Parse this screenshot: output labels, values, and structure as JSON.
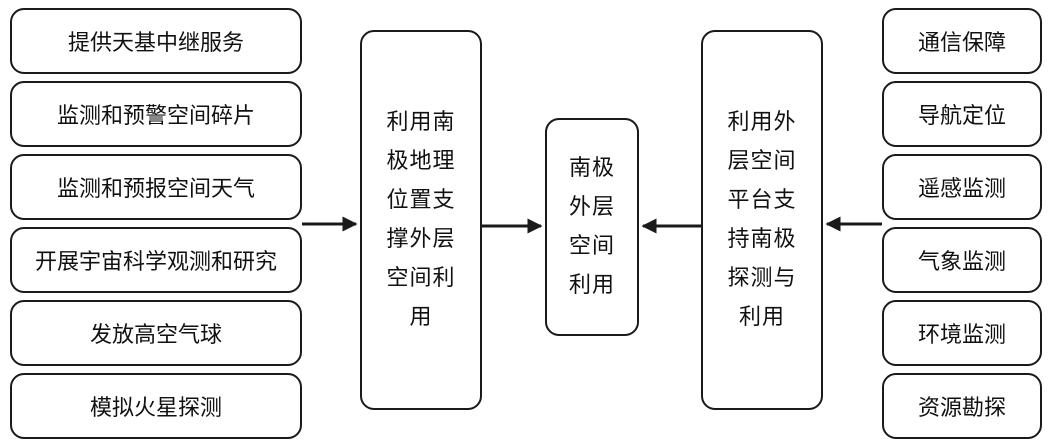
{
  "left_items": [
    "提供天基中继服务",
    "监测和预警空间碎片",
    "监测和预报空间天气",
    "开展宇宙科学观测和研究",
    "发放高空气球",
    "模拟火星探测"
  ],
  "left_hub": [
    "利用南",
    "极地理",
    "位置支",
    "撑外层",
    "空间利",
    "用"
  ],
  "center": [
    "南极",
    "外层",
    "空间",
    "利用"
  ],
  "right_hub": [
    "利用外",
    "层空间",
    "平台支",
    "持南极",
    "探测与",
    "利用"
  ],
  "right_items": [
    "通信保障",
    "导航定位",
    "遥感监测",
    "气象监测",
    "环境监测",
    "资源勘探"
  ]
}
